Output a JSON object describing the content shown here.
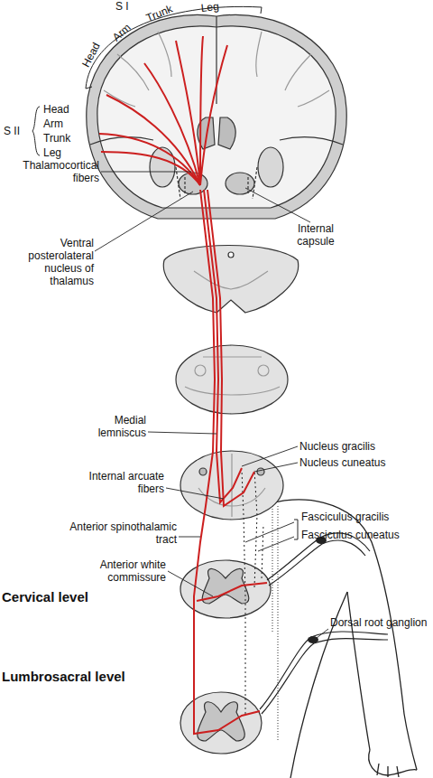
{
  "diagram": {
    "labels": [
      "Head",
      "Arm",
      "Trunk",
      "Leg",
      "S I",
      "S II",
      "Head",
      "Arm",
      "Trunk",
      "Leg",
      "Thalamocortical fibers",
      "Ventral posterolateral nucleus of thalamus",
      "Internal capsule",
      "Medial lemniscus",
      "Nucleus gracilis",
      "Nucleus cuneatus",
      "Internal arcuate fibers",
      "Fasciculus gracilis",
      "Fasciculus cuneatus",
      "Anterior spinothalamic tract",
      "Anterior white commissure",
      "Cervical level",
      "Dorsal root ganglion",
      "Lumbrosacral level"
    ]
  }
}
